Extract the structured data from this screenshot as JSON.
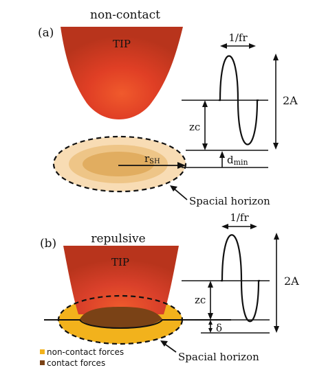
{
  "panel_a": {
    "letter": "(a)",
    "mode": "non-contact",
    "tip_label": "TIP",
    "period_label": "1/fr",
    "amplitude_label": "2A",
    "zc_label": "zc",
    "dmin_label_main": "d",
    "dmin_label_sub": "min",
    "radius_label_main": "r",
    "radius_label_sub": "SH",
    "horizon_label": "Spacial horizon"
  },
  "panel_b": {
    "letter": "(b)",
    "mode": "repulsive",
    "tip_label": "TIP",
    "period_label": "1/fr",
    "amplitude_label": "2A",
    "zc_label": "zc",
    "delta_label": "δ",
    "horizon_label": "Spacial horizon"
  },
  "legend": {
    "items": [
      {
        "label": "non-contact forces",
        "color": "#f2b21c"
      },
      {
        "label": "contact forces",
        "color": "#7a4216"
      }
    ]
  },
  "colors": {
    "tip_center": "#ef4a2a",
    "tip_edge": "#b8341c",
    "halo_light": "#f8dcb4",
    "halo_mid": "#efc98a",
    "halo_core": "#e0ac5c",
    "contact_yellow": "#f2b21c",
    "contact_brown": "#7a4216"
  }
}
